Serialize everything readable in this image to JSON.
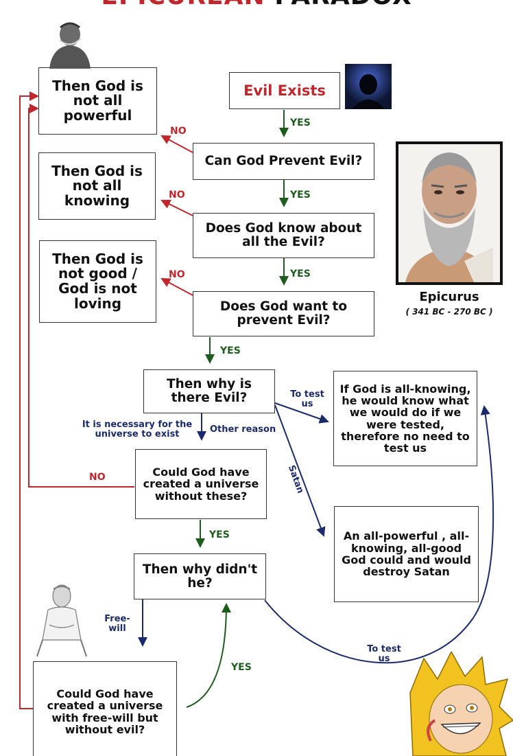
{
  "title": {
    "part1": "EPICUREAN",
    "part2": "PARADOX"
  },
  "nodes": {
    "evil_exists": "Evil Exists",
    "not_powerful": "Then God is not all powerful",
    "can_prevent": "Can God Prevent Evil?",
    "not_knowing": "Then God is not all knowing",
    "know_evil": "Does God know about all the Evil?",
    "not_good": "Then God is not good / God is not loving",
    "want_prevent": "Does God want to prevent Evil?",
    "why_evil": "Then why is there Evil?",
    "test_reply": "If God is all-knowing, he would know what we would do if we were tested, therefore no need to test us",
    "could_create": "Could God have created a universe without these?",
    "satan_reply": "An all-powerful , all-knowing, all-good God could and would destroy Satan",
    "why_didnt": "Then why didn't he?",
    "free_will_q": "Could God have created a universe with free-will but without evil?"
  },
  "labels": {
    "yes": "YES",
    "no": "NO",
    "to_test_1": "To test us",
    "necessary": "It is necessary for the universe to exist",
    "other_reason": "Other reason",
    "satan": "Satan",
    "free_will": "Free-will",
    "to_test_2": "To test us"
  },
  "epicurus": {
    "name": "Epicurus",
    "dates": "( 341 BC - 270 BC )"
  },
  "colors": {
    "red": "#c0272d",
    "green": "#1e5c1e",
    "navy": "#1a2a6b"
  }
}
